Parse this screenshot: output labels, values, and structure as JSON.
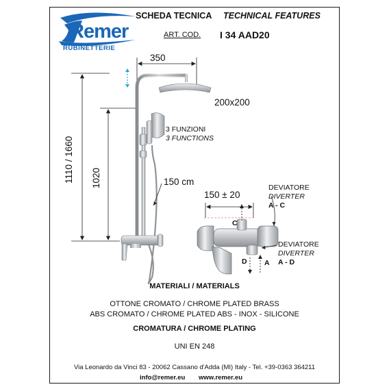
{
  "logo": {
    "word": "Remer",
    "sub": "RUBINETTERIE"
  },
  "header": {
    "title_it": "SCHEDA TECNICA",
    "title_en": "TECHNICAL FEATURES",
    "art_label": "ART. COD.",
    "art_code": "I 34 AAD20"
  },
  "dimensions": {
    "arm": "350",
    "head": "200x200",
    "height_total": "1110 / 1660",
    "height_bar": "1020",
    "hose": "150 cm",
    "mixer": "150 ± 20"
  },
  "functions": {
    "it": "3 FUNZIONI",
    "en": "3 FUNCTIONS"
  },
  "diverter1": {
    "it": "DEVIATORE",
    "en": "DIVERTER",
    "code": "A - C"
  },
  "diverter2": {
    "it": "DEVIATORE",
    "en": "DIVERTER",
    "code": "A - D"
  },
  "ports": {
    "c": "C",
    "d": "D",
    "a": "A"
  },
  "materials": {
    "heading": "MATERIALI / MATERIALS",
    "line1": "OTTONE CROMATO / CHROME PLATED BRASS",
    "line2": "ABS CROMATO / CHROME PLATED ABS - INOX - SILICONE",
    "plating": "CROMATURA / CHROME PLATING",
    "standard": "UNI EN 248"
  },
  "footer": {
    "address": "Via Leonardo da Vinci 83 - 20062 Cassano d'Adda (MI) Italy - Tel. +39-0363 364211",
    "email": "info@remer.eu",
    "web": "www.remer.eu"
  },
  "colors": {
    "brand": "#1b67b7",
    "chrome": "#b9bcc0",
    "dim_line": "#222222"
  }
}
